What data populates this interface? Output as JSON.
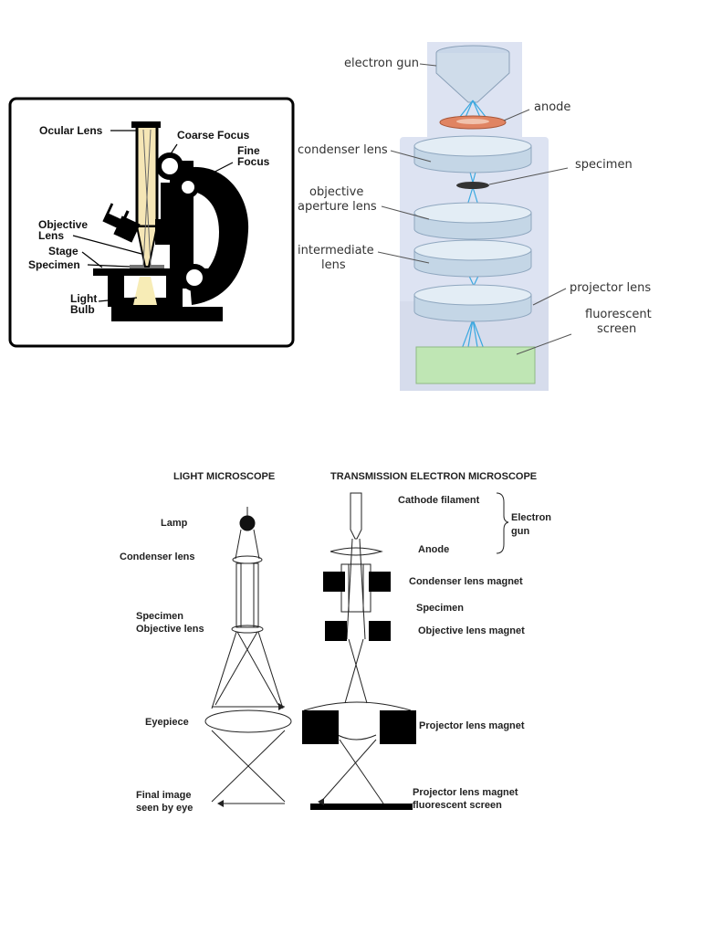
{
  "light_microscope_figure": {
    "labels": {
      "ocular": "Ocular Lens",
      "coarse": "Coarse Focus",
      "fine_1": "Fine",
      "fine_2": "Focus",
      "objective_1": "Objective",
      "objective_2": "Lens",
      "stage": "Stage",
      "specimen": "Specimen",
      "light_1": "Light",
      "light_2": "Bulb"
    }
  },
  "tem_figure": {
    "labels": {
      "electron_gun": "electron gun",
      "anode": "anode",
      "condenser": "condenser lens",
      "specimen": "specimen",
      "objective_1": "objective",
      "objective_2": "aperture lens",
      "intermediate_1": "intermediate",
      "intermediate_2": "lens",
      "projector": "projector lens",
      "screen_1": "fluorescent",
      "screen_2": "screen"
    },
    "colors": {
      "column": "#dde3f2",
      "lens": "#d5e4ef",
      "anode": "#e08462",
      "screen": "#bfe6b4",
      "beam": "#3aa8e0"
    }
  },
  "comparison_figure": {
    "light_title": "LIGHT MICROSCOPE",
    "tem_title": "TRANSMISSION ELECTRON MICROSCOPE",
    "light_labels": {
      "lamp": "Lamp",
      "condenser": "Condenser lens",
      "specimen": "Specimen",
      "objective": "Objective lens",
      "eyepiece": "Eyepiece",
      "final_1": "Final image",
      "final_2": "seen by eye"
    },
    "tem_labels": {
      "cathode": "Cathode filament",
      "anode": "Anode",
      "gun_1": "Electron",
      "gun_2": "gun",
      "condenser": "Condenser lens magnet",
      "specimen": "Specimen",
      "objective": "Objective lens magnet",
      "projector": "Projector lens magnet",
      "projector_screen_1": "Projector lens magnet",
      "projector_screen_2": "fluorescent screen"
    }
  }
}
